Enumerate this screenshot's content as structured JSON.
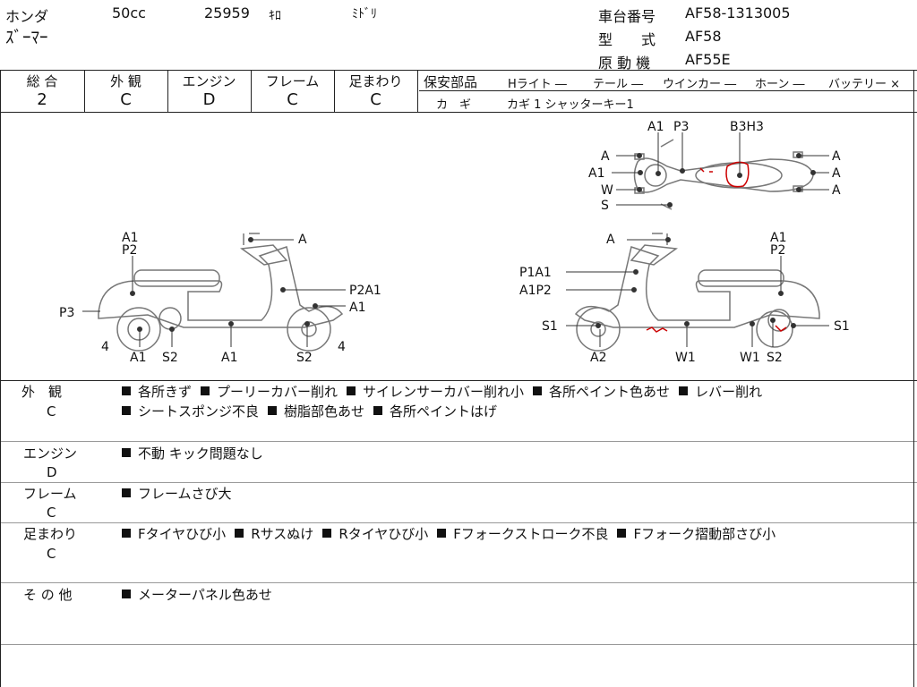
{
  "header": {
    "maker": "ホンダ",
    "cc": "50cc",
    "mileage": "25959",
    "mileage_unit": "ｷﾛ",
    "color": "ﾐﾄﾞﾘ",
    "model_name": "ｽﾞｰﾏｰ",
    "frame_no_label": "車台番号",
    "frame_no": "AF58-1313005",
    "type_label": "型　　式",
    "type": "AF58",
    "engine_label": "原 動 機",
    "engine": "AF55E"
  },
  "grades": {
    "overall_label": "総 合",
    "overall": "2",
    "exterior_label": "外 観",
    "exterior": "C",
    "engine_label": "エンジン",
    "engine": "D",
    "frame_label": "フレーム",
    "frame": "C",
    "suspension_label": "足まわり",
    "suspension": "C"
  },
  "safety": {
    "label": "保安部品",
    "headlight": "Hライト ―",
    "tail": "テール ―",
    "winker": "ウインカー ―",
    "horn": "ホーン ―",
    "battery": "バッテリー ×",
    "key_label": "カ　ギ",
    "key": "カギ 1 シャッターキー1"
  },
  "diagram_labels": {
    "top": [
      "A1",
      "P3",
      "B3H3",
      "A",
      "A1",
      "W",
      "S",
      "A",
      "A",
      "A"
    ],
    "left": [
      "A1",
      "P2",
      "A",
      "P3",
      "P2A1",
      "A1",
      "4",
      "A1",
      "S2",
      "A1",
      "S2",
      "4"
    ],
    "right": [
      "A",
      "A1",
      "P2",
      "P1A1",
      "A1P2",
      "S1",
      "S1",
      "A2",
      "W1",
      "W1",
      "S2"
    ]
  },
  "sections": [
    {
      "label": "外　観",
      "grade": "C",
      "items": [
        "各所きず",
        "プーリーカバー削れ",
        "サイレンサーカバー削れ小",
        "各所ペイント色あせ",
        "レバー削れ",
        "シートスポンジ不良",
        "樹脂部色あせ",
        "各所ペイントはげ"
      ]
    },
    {
      "label": "エンジン",
      "grade": "D",
      "items": [
        "不動 キック問題なし"
      ]
    },
    {
      "label": "フレーム",
      "grade": "C",
      "items": [
        "フレームさび大"
      ]
    },
    {
      "label": "足まわり",
      "grade": "C",
      "items": [
        "Fタイヤひび小",
        "Rサスぬけ",
        "Rタイヤひび小",
        "Fフォークストローク不良",
        "Fフォーク摺動部さび小"
      ]
    },
    {
      "label": "そ の 他",
      "grade": "",
      "items": [
        "メーターパネル色あせ"
      ]
    }
  ]
}
